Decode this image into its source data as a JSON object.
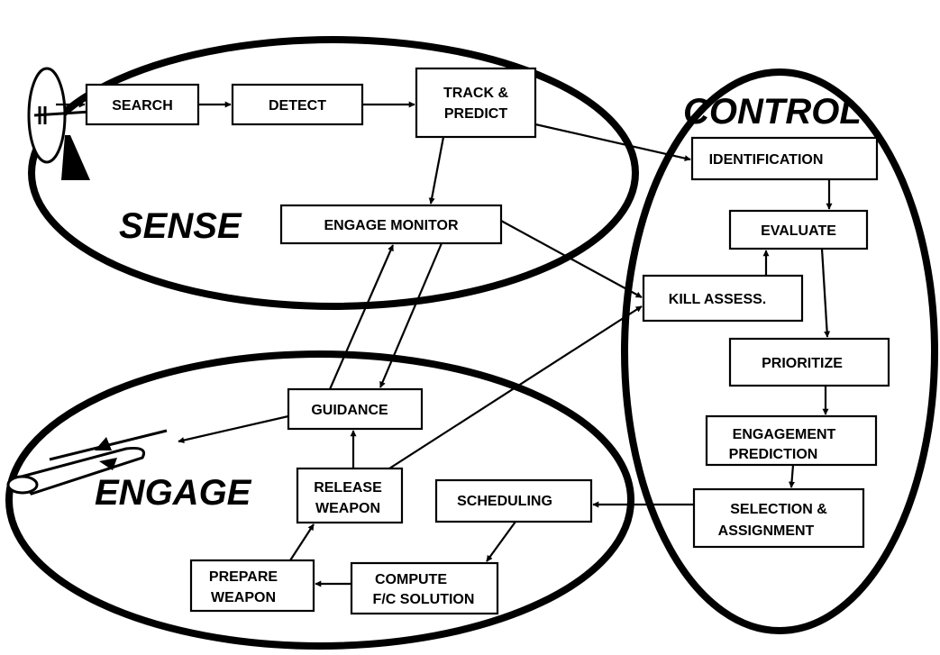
{
  "regions": {
    "sense": "SENSE",
    "control": "CONTROL",
    "engage": "ENGAGE"
  },
  "nodes": {
    "search": "SEARCH",
    "detect": "DETECT",
    "track_1": "TRACK &",
    "track_2": "PREDICT",
    "engage_monitor": "ENGAGE MONITOR",
    "identification": "IDENTIFICATION",
    "evaluate": "EVALUATE",
    "kill_assess": "KILL ASSESS.",
    "prioritize": "PRIORITIZE",
    "engagement_prediction_1": "ENGAGEMENT",
    "engagement_prediction_2": "PREDICTION",
    "selection_1": "SELECTION &",
    "selection_2": "ASSIGNMENT",
    "guidance": "GUIDANCE",
    "release_1": "RELEASE",
    "release_2": "WEAPON",
    "scheduling": "SCHEDULING",
    "prepare_1": "PREPARE",
    "prepare_2": "WEAPON",
    "compute_1": "COMPUTE",
    "compute_2": "F/C SOLUTION"
  },
  "icons": [
    "radar-antenna-icon",
    "missile-icon"
  ]
}
